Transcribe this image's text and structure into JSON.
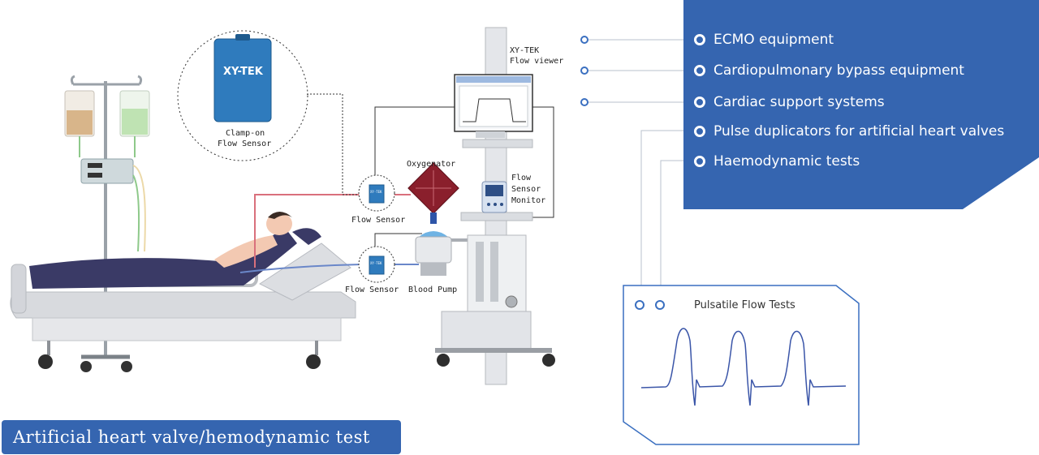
{
  "applications": {
    "items": [
      "ECMO equipment",
      "Cardiopulmonary bypass equipment",
      "Cardiac support systems",
      "Pulse duplicators for artificial heart valves",
      "Haemodynamic tests"
    ]
  },
  "sensor_inset": {
    "brand": "XY-TEK",
    "label_line1": "Clamp-on",
    "label_line2": "Flow Sensor"
  },
  "labels": {
    "flow_viewer_line1": "XY-TEK",
    "flow_viewer_line2": "Flow viewer",
    "oxygenator": "Oxygenator",
    "monitor_line1": "Flow",
    "monitor_line2": "Sensor",
    "monitor_line3": "Monitor",
    "flow_sensor_upper": "Flow Sensor",
    "flow_sensor_lower": "Flow Sensor",
    "blood_pump": "Blood Pump",
    "sensor_chip_text": "XY-TEK"
  },
  "pulsatile": {
    "title": "Pulsatile Flow Tests"
  },
  "caption": {
    "text": "Artificial heart valve/hemodynamic test"
  },
  "colors": {
    "panel_blue": "#3565b0",
    "accent_blue": "#3a6fc0",
    "tube_red": "#d9707c",
    "tube_blue": "#6a87c9",
    "blanket": "#3a3a66"
  }
}
